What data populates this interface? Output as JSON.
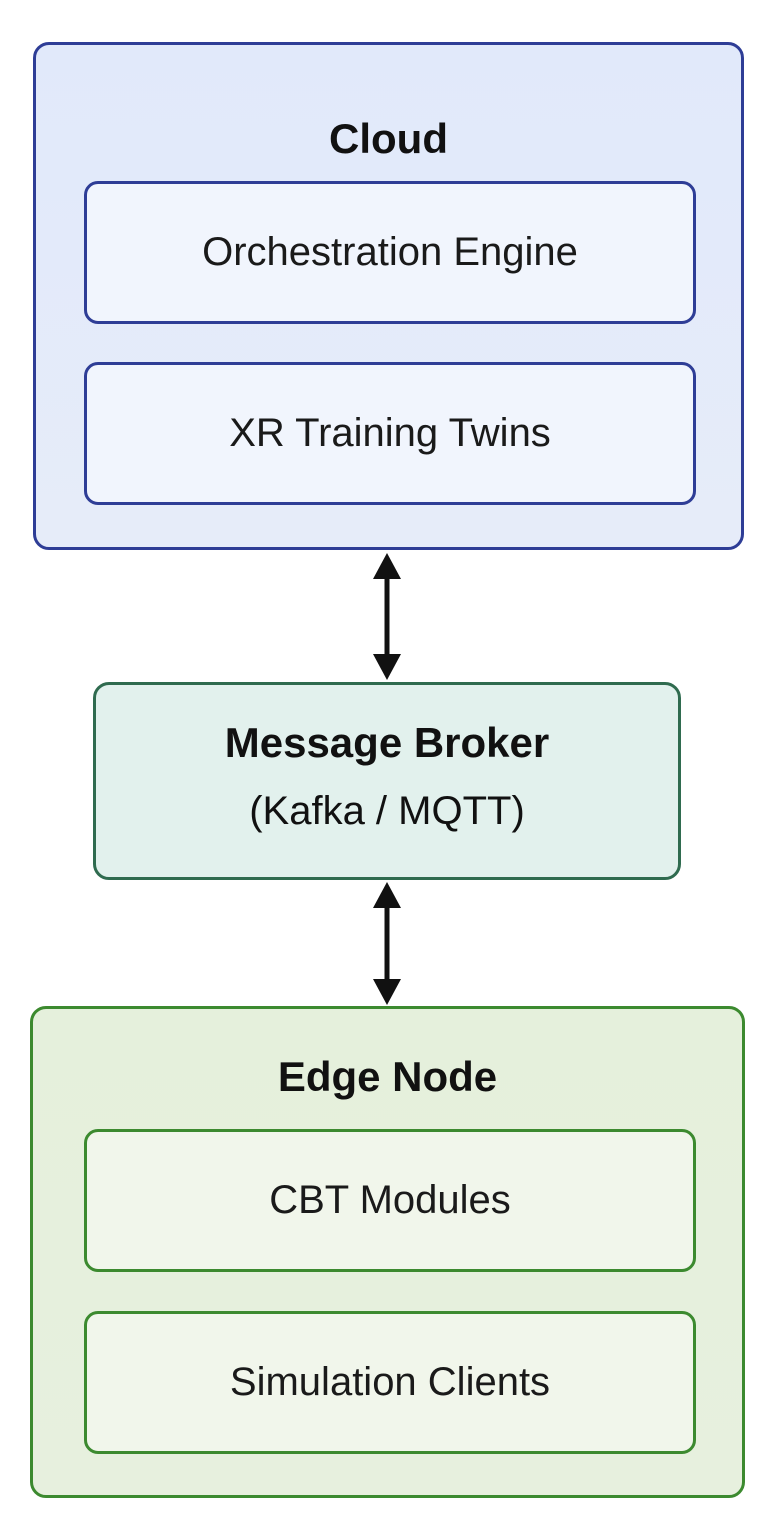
{
  "cloud": {
    "title": "Cloud",
    "components": [
      "Orchestration Engine",
      "XR Training Twins"
    ]
  },
  "broker": {
    "title": "Message Broker",
    "subtitle": "(Kafka / MQTT)"
  },
  "edge": {
    "title": "Edge Node",
    "components": [
      "CBT Modules",
      "Simulation Clients"
    ]
  },
  "colors": {
    "cloud_border": "#2e3d96",
    "cloud_fill": "#e3eafa",
    "broker_border": "#2f6b4f",
    "broker_fill": "#e2f1ed",
    "edge_border": "#3c8a2f",
    "edge_fill": "#e6f0dd",
    "arrow": "#111111"
  },
  "connections": [
    {
      "from": "cloud",
      "to": "broker",
      "direction": "bidirectional"
    },
    {
      "from": "broker",
      "to": "edge",
      "direction": "bidirectional"
    }
  ]
}
